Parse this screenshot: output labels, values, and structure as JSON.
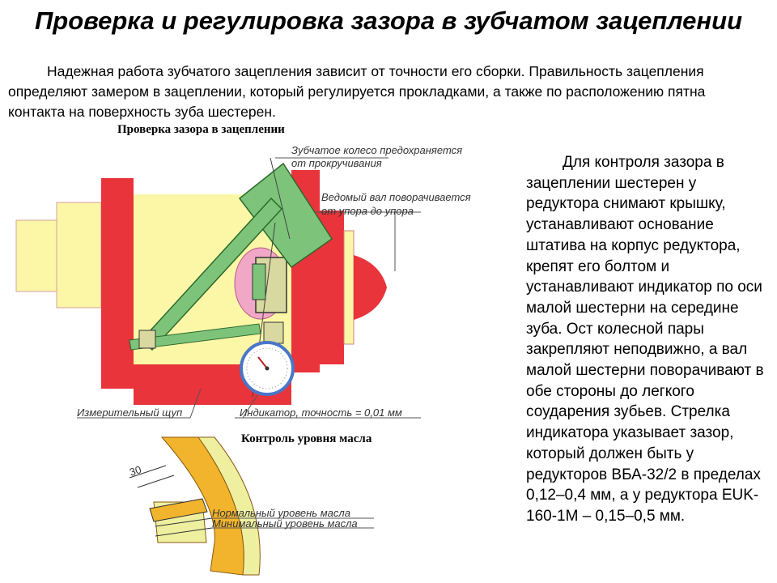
{
  "slide": {
    "title": "Проверка и регулировка зазора в зубчатом зацеплении",
    "intro": "Надежная работа зубчатого зацепления зависит от точности его сборки. Правильность зацепления определяют замером в зацеплении, который регулируется прокладками, а также по расположению пятна контакта на поверхность зуба шестерен.",
    "side_text": "Для контроля зазора в зацеплении шестерен у редуктора снимают крышку, устанавливают основание штатива на корпус редуктора, крепят его болтом и устанавливают индикатор по оси малой шестерни на середине зуба. Ост колесной пары закрепляют неподвижно, а вал малой шестерни поворачивают в обе стороны до легкого соударения зубьев. Стрелка индикатора указывает зазор, который должен быть у редукторов ВБА-32/2 в пределах 0,12–0,4 мм, а у редуктора EUK-160-1M – 0,15–0,5 мм."
  },
  "figure_top": {
    "heading": "Проверка зазора в зацеплении",
    "label_gear_line1": "Зубчатое колесо предохраняется",
    "label_gear_line2": "от прокручивания",
    "label_shaft_line1": "Ведомый вал поворачивается",
    "label_shaft_line2": "от упора до упора",
    "label_probe": "Измерительный щуп",
    "label_indicator": "Индикатор, точность = 0,01 мм"
  },
  "figure_bottom": {
    "heading": "Контроль уровня масла",
    "dimension": "30",
    "label_normal": "Нормальный уровень масла",
    "label_min": "Минимальный уровень масла"
  },
  "colors": {
    "housing_red": "#e8343a",
    "housing_yellow": "#fbf7a6",
    "stand_green": "#7dc47a",
    "boss_pink": "#f1a8c6",
    "oil_orange": "#f2b42c",
    "oil_yellow": "#eef0a0"
  }
}
